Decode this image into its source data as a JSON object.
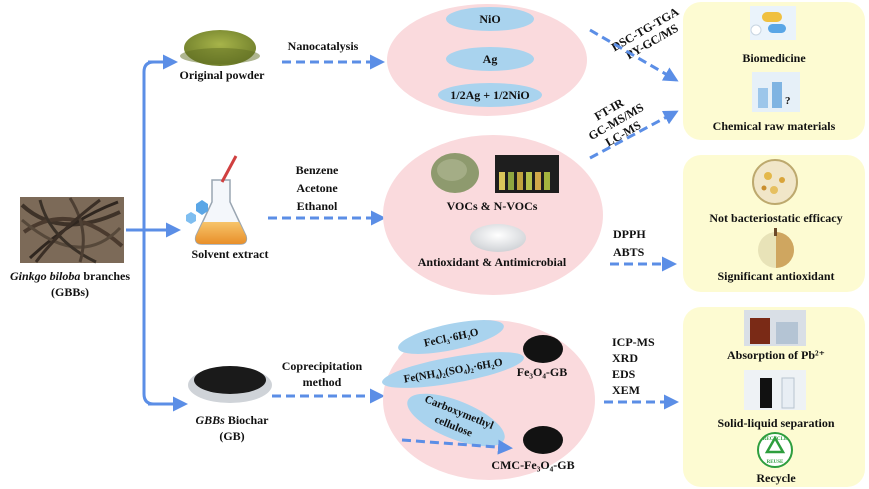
{
  "source": {
    "name": "Ginkgo biloba",
    "suffix": " branches",
    "abbr": "(GBBs)"
  },
  "branch1": {
    "label": "Original powder",
    "method": "Nanocatalysis",
    "products": [
      "NiO",
      "Ag",
      "1/2Ag + 1/2NiO"
    ],
    "analysis_a": [
      "DSC-TG-TGA",
      "PY-GC/MS"
    ],
    "analysis_b": [
      "FT-IR",
      "GC-MS/MS",
      "LC-MS"
    ]
  },
  "branch2": {
    "label": "Solvent extract",
    "solvents": [
      "Benzene",
      "Acetone",
      "Ethanol"
    ],
    "result1": "VOCs & N-VOCs",
    "result2": "Antioxidant & Antimicrobial",
    "assays": [
      "DPPH",
      "ABTS"
    ]
  },
  "branch3": {
    "label_italic": "GBBs",
    "label_rest": " Biochar",
    "label_abbr": "(GB)",
    "method": [
      "Coprecipitation",
      "method"
    ],
    "reagent1": "FeCl₃·6H₂O",
    "reagent2": "Fe(NH₄)₂(SO₄)₂·6H₂O",
    "product1": "Fe₃O₄-GB",
    "reagent3": [
      "Carboxymethyl",
      "cellulose"
    ],
    "product2": "CMC-Fe₃O₄-GB",
    "characterization": [
      "ICP-MS",
      "XRD",
      "EDS",
      "XEM"
    ]
  },
  "applications": {
    "group1": [
      "Biomedicine",
      "Chemical raw materials"
    ],
    "group2": [
      "Not  bacteriostatic efficacy",
      "Significant antioxidant"
    ],
    "group3": [
      "Absorption of Pb²⁺",
      "Solid-liquid separation",
      "Recycle"
    ],
    "recycle_stamp": [
      "RECYCLE",
      "REUSE"
    ]
  },
  "colors": {
    "arrow": "#5b8ee6",
    "ellipse": "#fadadd",
    "oval": "#a9d3ee",
    "app_box": "#fdfbd2"
  }
}
